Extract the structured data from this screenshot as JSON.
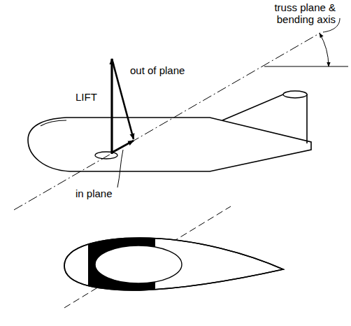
{
  "diagram": {
    "labels": [
      "truss plane & bending axis",
      "LIFT",
      "out of plane",
      "in plane"
    ]
  }
}
